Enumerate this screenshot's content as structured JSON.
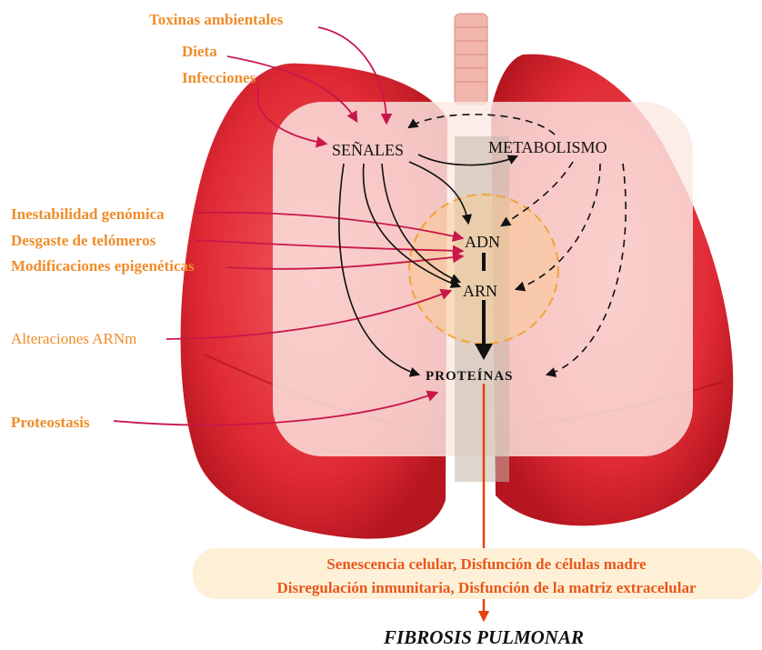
{
  "external_factors": {
    "toxinas": "Toxinas ambientales",
    "dieta": "Dieta",
    "infecciones": "Infecciones",
    "inestabilidad": "Inestabilidad genómica",
    "telomeros": "Desgaste de telómeros",
    "epigeneticas": "Modificaciones epigenéticas",
    "arnm": "Alteraciones ARNm",
    "proteostasis": "Proteostasis"
  },
  "nodes": {
    "senales": "SEÑALES",
    "metabolismo": "METABOLISMO",
    "adn": "ADN",
    "arn": "ARN",
    "proteinas": "PROTEÍNAS"
  },
  "outcomes": {
    "line1": "Senescencia celular, Disfunción de células madre",
    "line2": "Disregulación inmunitaria, Disfunción de la matriz extracelular"
  },
  "final": "FIBROSIS PULMONAR",
  "colors": {
    "factor_text": "#f08c2a",
    "factor_arrow": "#c8174a",
    "lung": "#e02a35",
    "overlay": "#fbe9e4",
    "outcome_box": "#fdf0d6",
    "outcome_text": "#e8571c",
    "output_arrow": "#e8400f"
  }
}
